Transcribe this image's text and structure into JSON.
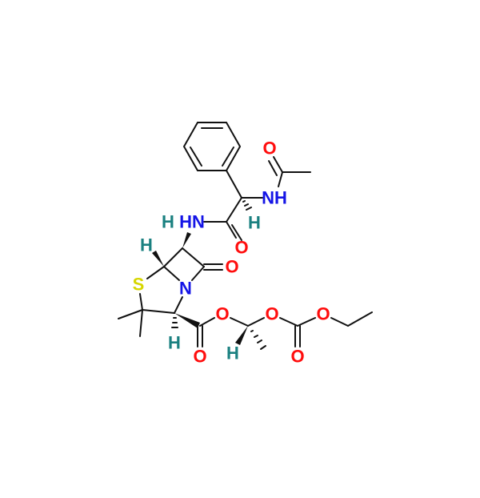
{
  "molecule": {
    "atoms": {
      "o_acetyl": "O",
      "nh_acetyl": "NH",
      "h_alpha": "H",
      "h_c7": "H",
      "hn_amide": "HN",
      "o_amide": "O",
      "h_c6": "H",
      "o_lactam": "O",
      "s_ring": "S",
      "n_ring": "N",
      "h_c3": "H",
      "o_ester_carbonyl": "O",
      "o_ester": "O",
      "h_ch": "H",
      "o_ether": "O",
      "o_carbonate": "O",
      "o_carbonate_carbonyl": "O"
    },
    "colors": {
      "oxygen": "#ff0d0d",
      "nitrogen": "#1414e6",
      "sulfur": "#d6d600",
      "hydrogen": "#1a8080",
      "bond": "#111111"
    }
  }
}
